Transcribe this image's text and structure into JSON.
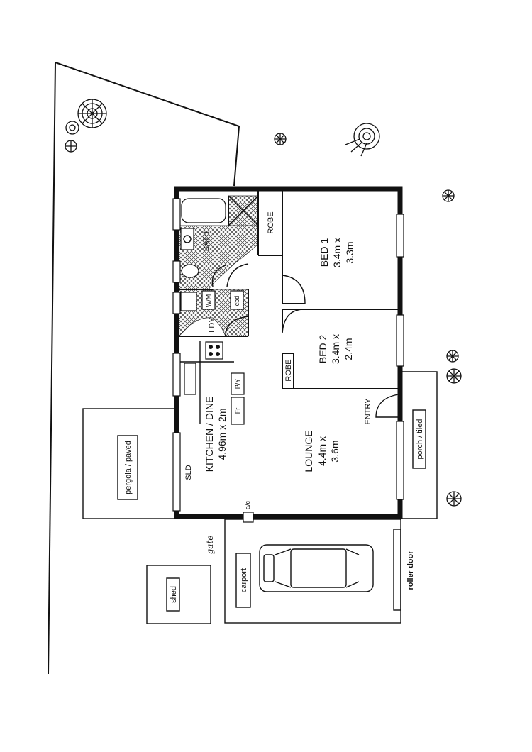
{
  "rooms": {
    "kitchen": {
      "name": "KITCHEN / DINE",
      "size": "4.96m x 2m"
    },
    "lounge": {
      "name": "LOUNGE",
      "size_1": "4.4m x",
      "size_2": "3.6m"
    },
    "bed1": {
      "name": "BED 1",
      "size_1": "3.4m x",
      "size_2": "3.3m"
    },
    "bed2": {
      "name": "BED 2",
      "size_1": "3.4m x",
      "size_2": "2.4m"
    }
  },
  "labels": {
    "bath": "BATH",
    "robe_1": "ROBE",
    "robe_2": "ROBE",
    "laundry": "LDY",
    "wm": "W/M",
    "cbd": "cbd",
    "pantry": "P/Y",
    "fridge": "Fr",
    "sld": "SLD",
    "entry": "ENTRY",
    "pergola": "pergola / paved",
    "porch": "porch / tiled",
    "carport": "carport",
    "shed": "shed",
    "roller_door": "roller door",
    "gate": "gate",
    "ac": "a/c"
  }
}
